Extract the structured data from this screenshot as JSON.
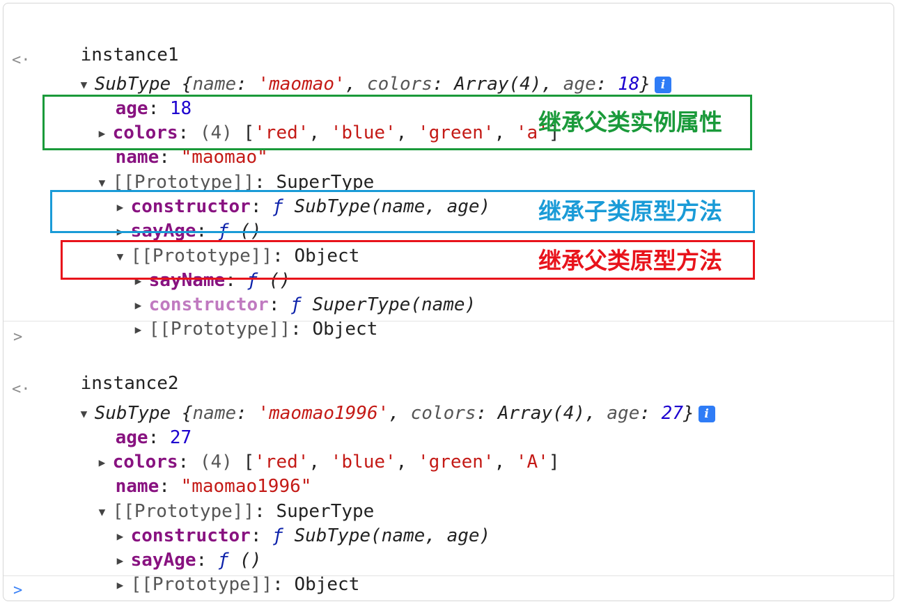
{
  "colors": {
    "green": "#1a9a3a",
    "blue": "#1a9bd7",
    "red": "#e8131b",
    "key": "#881280",
    "string": "#c41a16",
    "number": "#1c00cf"
  },
  "icons": {
    "collapse_arrow": "triangle-down",
    "expand_arrow": "triangle-right",
    "return_arrow": "chevron-left-icon",
    "prompt": "chevron-right-icon",
    "info": "i"
  },
  "entry1": {
    "label": "instance1",
    "summary": {
      "type": "SubType",
      "name_key": "name",
      "name_val": "'maomao'",
      "colors_key": "colors",
      "colors_val": "Array(4)",
      "age_key": "age",
      "age_val": "18"
    },
    "age": {
      "key": "age",
      "value": "18"
    },
    "colors": {
      "key": "colors",
      "count": "(4)",
      "items": [
        "'red'",
        "'blue'",
        "'green'",
        "'a'"
      ]
    },
    "name": {
      "key": "name",
      "value": "\"maomao\""
    },
    "proto": {
      "key": "[[Prototype]]",
      "value": "SuperType",
      "constructor": {
        "key": "constructor",
        "value": "SubType(name, age)"
      },
      "sayAge": {
        "key": "sayAge",
        "value": "()"
      },
      "proto": {
        "key": "[[Prototype]]",
        "value": "Object",
        "sayName": {
          "key": "sayName",
          "value": "()"
        },
        "constructor": {
          "key": "constructor",
          "value": "SuperType(name)"
        },
        "proto": {
          "key": "[[Prototype]]",
          "value": "Object"
        }
      }
    }
  },
  "entry2": {
    "label": "instance2",
    "summary": {
      "type": "SubType",
      "name_key": "name",
      "name_val": "'maomao1996'",
      "colors_key": "colors",
      "colors_val": "Array(4)",
      "age_key": "age",
      "age_val": "27"
    },
    "age": {
      "key": "age",
      "value": "27"
    },
    "colors": {
      "key": "colors",
      "count": "(4)",
      "items": [
        "'red'",
        "'blue'",
        "'green'",
        "'A'"
      ]
    },
    "name": {
      "key": "name",
      "value": "\"maomao1996\""
    },
    "proto": {
      "key": "[[Prototype]]",
      "value": "SuperType",
      "constructor": {
        "key": "constructor",
        "value": "SubType(name, age)"
      },
      "sayAge": {
        "key": "sayAge",
        "value": "()"
      },
      "proto": {
        "key": "[[Prototype]]",
        "value": "Object"
      }
    }
  },
  "annotations": {
    "green": "继承父类实例属性",
    "blue": "继承子类原型方法",
    "red": "继承父类原型方法"
  },
  "func_symbol": "ƒ"
}
